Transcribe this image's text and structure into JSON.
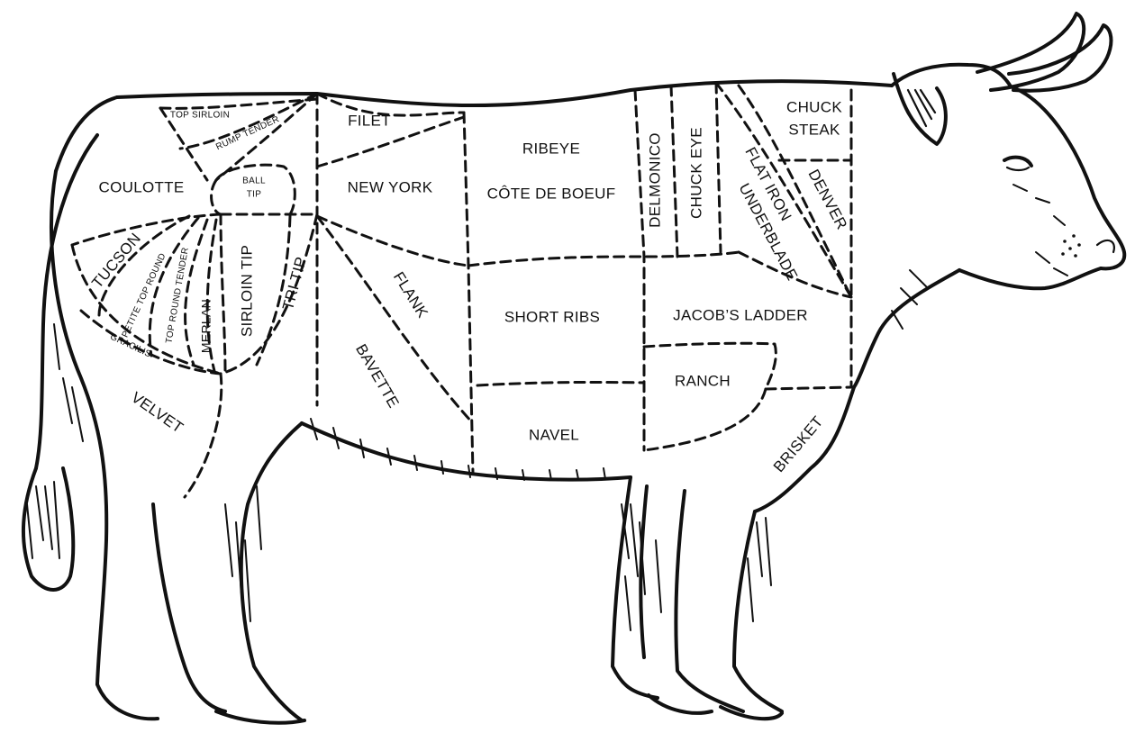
{
  "cuts": {
    "top_sirloin": "TOP SIRLOIN",
    "rump_tender": "RUMP TENDER",
    "filet": "FILET",
    "ribeye": "RIBEYE",
    "delmonico": "DELMONICO",
    "chuck_eye": "CHUCK EYE",
    "chuck_steak_line1": "CHUCK",
    "chuck_steak_line2": "STEAK",
    "coulotte": "COULOTTE",
    "ball_tip_line1": "BALL",
    "ball_tip_line2": "TIP",
    "new_york": "NEW YORK",
    "cote_de_boeuf": "CÔTE DE BOEUF",
    "flat_iron": "FLAT IRON",
    "underblade": "UNDERBLADE",
    "denver": "DENVER",
    "tucson": "TUCSON",
    "petite_top_round": "PETITE TOP ROUND",
    "top_round_tender": "TOP ROUND TENDER",
    "merlan": "MERLAN",
    "sirloin_tip": "SIRLOIN TIP",
    "tri_tip": "TRI TIP",
    "flank": "FLANK",
    "short_ribs": "SHORT RIBS",
    "jacobs_ladder": "JACOB’S LADDER",
    "gracilis": "GRACILIS",
    "bavette": "BAVETTE",
    "ranch": "RANCH",
    "velvet": "VELVET",
    "navel": "NAVEL",
    "brisket": "BRISKET"
  }
}
